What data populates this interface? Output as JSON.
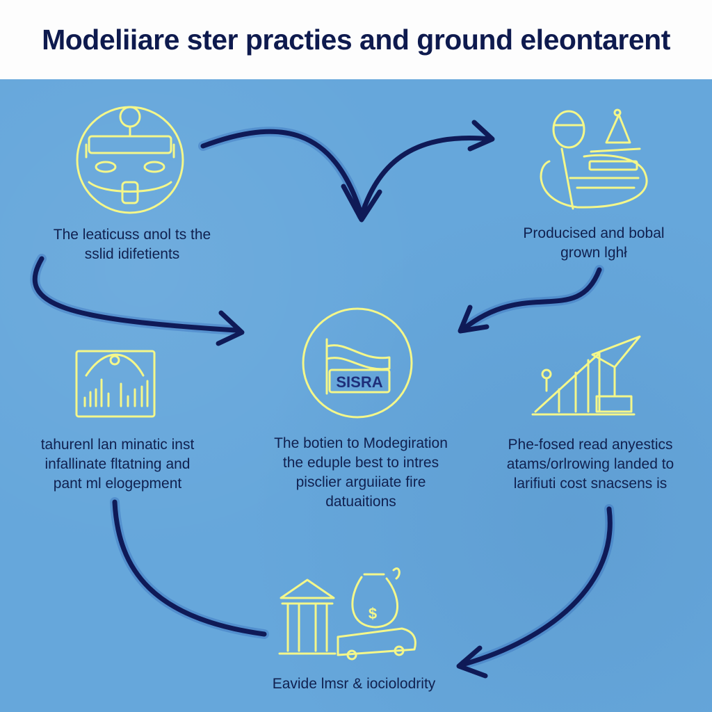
{
  "title": "Modeliiare ster practies and ground eleontarent",
  "nodes": {
    "top_left": {
      "lines": [
        "The leaticuss ɑnol ts the",
        "sslid idifetients"
      ]
    },
    "top_right": {
      "lines": [
        "Producised and bobal",
        "grown lghł"
      ]
    },
    "center": {
      "badge": "SISRA",
      "lines": [
        "The botien to Modegiration",
        "the eduple best to intres",
        "pisclier arguiiate fire",
        "datuaitions"
      ]
    },
    "mid_left": {
      "lines": [
        "tahurenl lan minatic inst",
        "infallinate fltatning and",
        "pant ml elogepment"
      ]
    },
    "mid_right": {
      "lines": [
        "Phe-fosed read anyestics",
        "atams/orlrowing landed to",
        "larifiuti cost snacsens is"
      ]
    },
    "bottom": {
      "lines": [
        "Eavide lmsr & iociolodrity"
      ],
      "icon_symbol": "$"
    }
  },
  "colors": {
    "background": "#66a7db",
    "header": "#fdfdfd",
    "title": "#0e1a4e",
    "icon": "#f4f78a",
    "arrow": "#0f1a57"
  },
  "icons": [
    "person-circle-icon",
    "worker-icon",
    "flag-badge-icon",
    "bar-chart-icon",
    "growth-ramp-icon",
    "bank-moneybag-icon"
  ]
}
